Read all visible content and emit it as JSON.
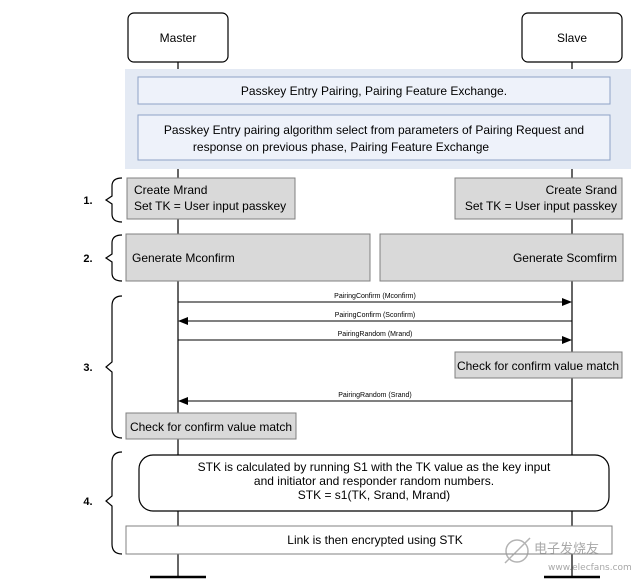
{
  "participants": {
    "master": "Master",
    "slave": "Slave"
  },
  "phase_header": {
    "exchange": "Passkey Entry Pairing, Pairing Feature Exchange.",
    "algorithm_line1": "Passkey Entry pairing algorithm select from parameters of Pairing Request and",
    "algorithm_line2": "response on previous phase, Pairing Feature Exchange"
  },
  "steps": [
    "1.",
    "2.",
    "3.",
    "4."
  ],
  "step1": {
    "master_line1": "Create Mrand",
    "master_line2": "Set TK = User input passkey",
    "slave_line1": "Create Srand",
    "slave_line2": "Set TK = User input passkey"
  },
  "step2": {
    "master": "Generate Mconfirm",
    "slave": "Generate Scomfirm"
  },
  "step3": {
    "msg1": "PairingConfirm (Mconfirm)",
    "msg2": "PairingConfirm (Sconfirm)",
    "msg3": "PairingRandom (Mrand)",
    "slave_check": "Check for confirm value match",
    "msg4": "PairingRandom (Srand)",
    "master_check": "Check for confirm value match"
  },
  "step4": {
    "stk_line1": "STK is calculated by running S1 with the TK value as the key input",
    "stk_line2": "and initiator and responder random numbers.",
    "stk_line3": "STK = s1(TK, Srand, Mrand)",
    "encrypt": "Link is then encrypted using STK"
  },
  "watermark": {
    "name": "电子发烧友",
    "url": "www.elecfans.com"
  },
  "colors": {
    "header_bg": "#e4eaf4",
    "header_box": "#eef2fa",
    "header_border": "#8ea3c6",
    "process_fill": "#d9d9d9",
    "line": "#000000"
  }
}
